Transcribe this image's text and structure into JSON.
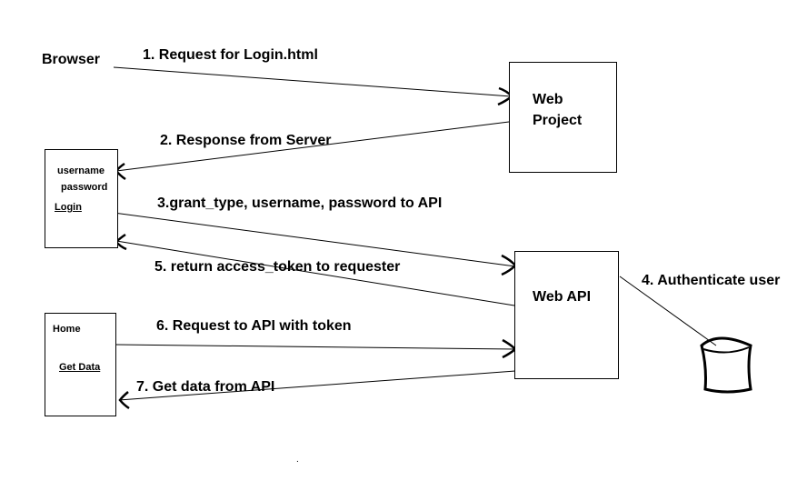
{
  "actors": {
    "browser": "Browser",
    "web_project_line1": "Web",
    "web_project_line2": "Project",
    "web_api": "Web API"
  },
  "login_page": {
    "username": "username",
    "password": "password",
    "login_link": "Login"
  },
  "home_page": {
    "home": "Home",
    "get_data_link": "Get Data"
  },
  "steps": [
    "1. Request for Login.html",
    "2. Response from Server",
    "3.grant_type, username, password to API",
    "4. Authenticate user",
    "5. return access_token to requester",
    "6. Request to API with token",
    "7. Get data from API"
  ],
  "footnote": "."
}
